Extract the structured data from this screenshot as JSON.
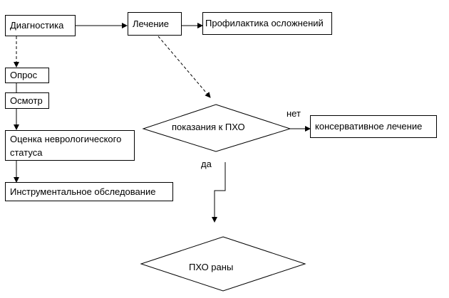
{
  "nodes": {
    "diagnostics": "Диагностика",
    "treatment": "Лечение",
    "complications": "Профилактика осложнений",
    "survey": "Опрос",
    "exam": "Осмотр",
    "neuro": "Оценка неврологического статуса",
    "instrumental": "Инструментальное обследование",
    "pho_indication": "показания к ПХО",
    "conservative": "консервативное лечение",
    "pho_wound": "ПХО раны"
  },
  "edge_labels": {
    "no": "нет",
    "yes": "да"
  }
}
